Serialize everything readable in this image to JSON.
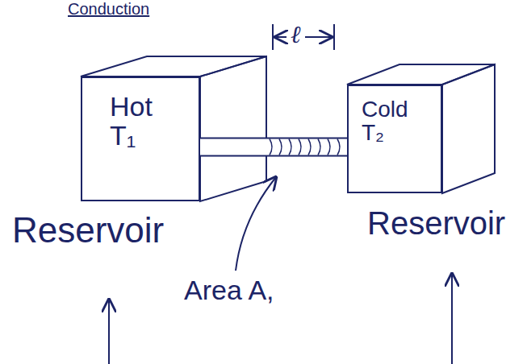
{
  "diagram": {
    "title": "Conduction",
    "nodes": [
      {
        "text": [
          "Hot T₁"
        ]
      },
      {
        "text": [
          "Cold T₂"
        ]
      }
    ],
    "edges": [
      {
        "from": 0,
        "to": 1,
        "arrow": "none"
      }
    ],
    "labels": [
      "ℓ",
      "Reservoir",
      "Reservoir",
      "Area A,"
    ]
  }
}
